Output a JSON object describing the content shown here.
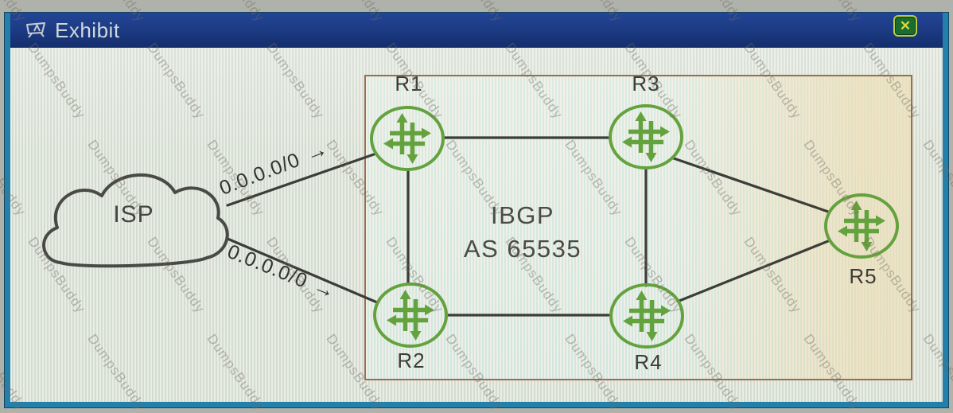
{
  "window": {
    "title": "Exhibit",
    "close_button": "✕"
  },
  "watermark": {
    "text": "DumpsBuddy"
  },
  "diagram": {
    "isp_cloud": {
      "label": "ISP"
    },
    "as_box": {
      "title_line1": "IBGP",
      "title_line2": "AS 65535"
    },
    "routers": [
      {
        "id": "R1",
        "label": "R1"
      },
      {
        "id": "R2",
        "label": "R2"
      },
      {
        "id": "R3",
        "label": "R3"
      },
      {
        "id": "R4",
        "label": "R4"
      },
      {
        "id": "R5",
        "label": "R5"
      }
    ],
    "route_advertisements": [
      {
        "text": "0.0.0.0/0",
        "arrow": "→",
        "from": "ISP",
        "to": "R1"
      },
      {
        "text": "0.0.0.0/0",
        "arrow": "→",
        "from": "ISP",
        "to": "R2"
      }
    ],
    "links": [
      [
        "ISP",
        "R1"
      ],
      [
        "ISP",
        "R2"
      ],
      [
        "R1",
        "R3"
      ],
      [
        "R1",
        "R2"
      ],
      [
        "R2",
        "R4"
      ],
      [
        "R3",
        "R4"
      ],
      [
        "R3",
        "R5"
      ],
      [
        "R4",
        "R5"
      ]
    ]
  },
  "colors": {
    "titlebar": "#1d3c85",
    "frame": "#2380ab",
    "router_green": "#64a23e",
    "line": "#3d3d37",
    "box_border": "#96704f",
    "close_border": "#b9cf3e",
    "close_bg": "#1c6b2f",
    "close_x": "#d9d83b"
  }
}
